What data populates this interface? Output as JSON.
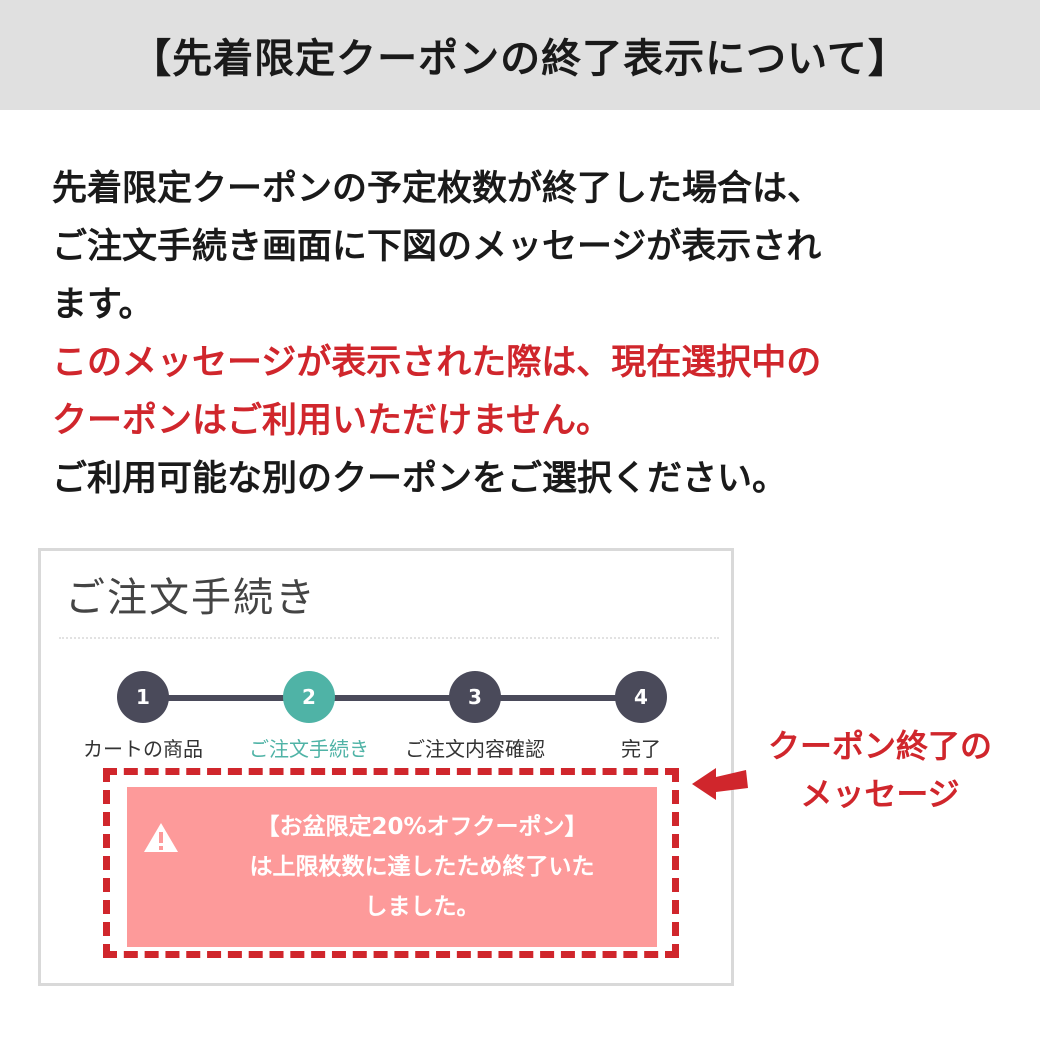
{
  "header": {
    "title": "【先着限定クーポンの終了表示について】"
  },
  "intro": {
    "line1": "先着限定クーポンの予定枚数が終了した場合は、",
    "line2": "ご注文手続き画面に下図のメッセージが表示され",
    "line3": "ます。",
    "red_line1": "このメッセージが表示された際は、現在選択中の",
    "red_line2": "クーポンはご利用いただけません。",
    "line4": "ご利用可能な別のクーポンをご選択ください。"
  },
  "screenshot": {
    "title": "ご注文手続き",
    "steps": [
      {
        "number": "1",
        "label": "カートの商品"
      },
      {
        "number": "2",
        "label": "ご注文手続き"
      },
      {
        "number": "3",
        "label": "ご注文内容確認"
      },
      {
        "number": "4",
        "label": "完了"
      }
    ],
    "active_step": 2,
    "alert": {
      "icon": "warning-icon",
      "line1": "【お盆限定20%オフクーポン】",
      "line2": "は上限枚数に達したため終了いた",
      "line3": "しました。"
    }
  },
  "callout": {
    "line1": "クーポン終了の",
    "line2": "メッセージ"
  },
  "colors": {
    "accent_red": "#d0262c",
    "step_active": "#4fb3a6",
    "step_default": "#4a4a5a",
    "alert_bg": "#fd9a9a"
  }
}
